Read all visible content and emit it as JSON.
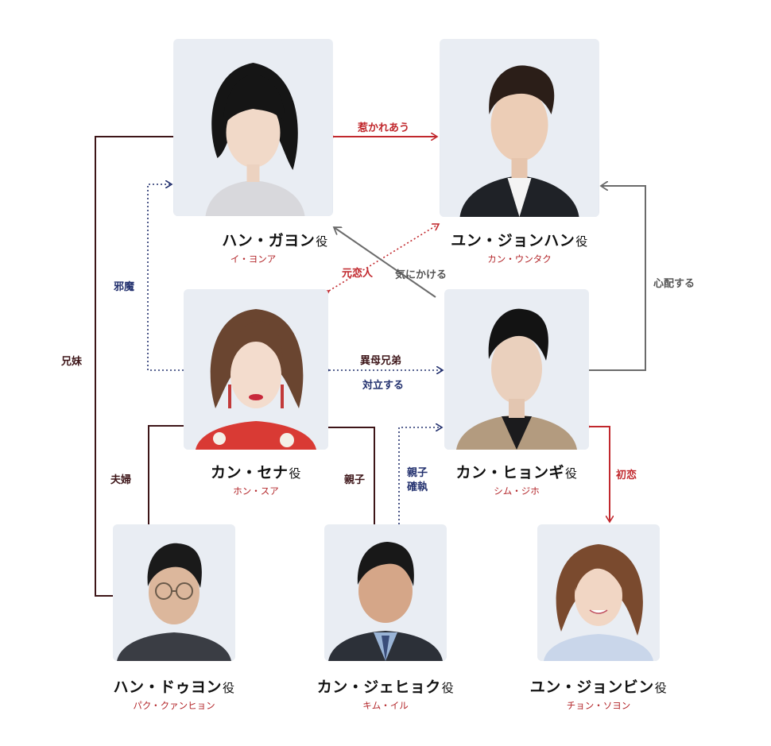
{
  "characters": {
    "han_gayeon": {
      "role": "ハン・ガヨン",
      "suffix": "役",
      "actor": "イ・ヨンア",
      "icon": "woman-bob-hair-portrait"
    },
    "yun_jeonghan": {
      "role": "ユン・ジョンハン",
      "suffix": "役",
      "actor": "カン・ウンタク",
      "icon": "man-suit-portrait"
    },
    "kang_sena": {
      "role": "カン・セナ",
      "suffix": "役",
      "actor": "ホン・スア",
      "icon": "woman-long-hair-portrait"
    },
    "kang_hyeongi": {
      "role": "カン・ヒョンギ",
      "suffix": "役",
      "actor": "シム・ジホ",
      "icon": "man-dark-shirt-portrait"
    },
    "han_doyeon": {
      "role": "ハン・ドゥヨン",
      "suffix": "役",
      "actor": "パク・クァンヒョン",
      "icon": "man-glasses-portrait"
    },
    "kang_jehyeok": {
      "role": "カン・ジェヒョク",
      "suffix": "役",
      "actor": "キム・イル",
      "icon": "older-man-tie-portrait"
    },
    "yun_jeongbin": {
      "role": "ユン・ジョンビン",
      "suffix": "役",
      "actor": "チョン・ソヨン",
      "icon": "woman-wavy-hair-portrait"
    }
  },
  "relations": {
    "mutual_attraction": "惹かれあう",
    "ex_lover": "元恋人",
    "cares_about": "気にかける",
    "worries": "心配する",
    "hinder": "邪魔",
    "siblings": "兄妹",
    "half_brothers": "異母兄弟",
    "opposition": "対立する",
    "married": "夫婦",
    "parent_child": "親子",
    "parent_child_conflict": "親子\n確執",
    "first_love": "初恋"
  },
  "colors": {
    "red": "#c1282d",
    "navy": "#22306e",
    "brown": "#3d1518",
    "gray": "#6b6b6b"
  }
}
